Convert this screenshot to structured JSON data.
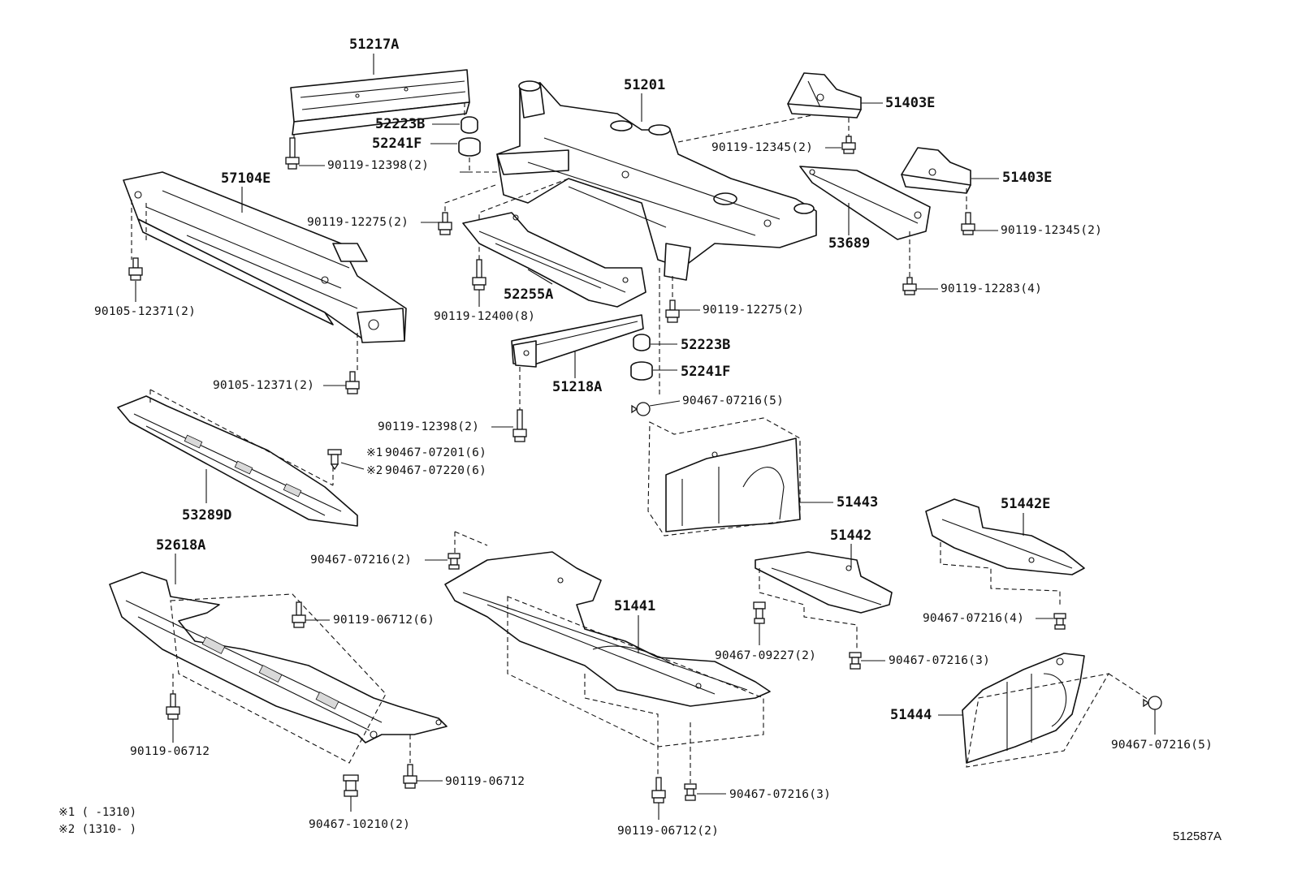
{
  "diagram_id": "512587A",
  "parts": {
    "p51217A": "51217A",
    "p51201": "51201",
    "p51403E_a": "51403E",
    "p51403E_b": "51403E",
    "p52223B_a": "52223B",
    "p52241F_a": "52241F",
    "p57104E": "57104E",
    "p53689": "53689",
    "p52255A": "52255A",
    "p52223B_b": "52223B",
    "p52241F_b": "52241F",
    "p51218A": "51218A",
    "p53289D": "53289D",
    "p51443": "51443",
    "p52618A": "52618A",
    "p51442E": "51442E",
    "p51442": "51442",
    "p51441": "51441",
    "p51444": "51444"
  },
  "fasteners": {
    "f1": "90119-12398(2)",
    "f2": "90119-12345(2)",
    "f3": "90119-12275(2)",
    "f4": "90119-12345(2)",
    "f5": "90119-12283(4)",
    "f6": "90105-12371(2)",
    "f7": "90119-12400(8)",
    "f8": "90119-12275(2)",
    "f9": "90105-12371(2)",
    "f10": "90467-07216(5)",
    "f11": "90119-12398(2)",
    "f12": "90467-07201(6)",
    "f13": "90467-07220(6)",
    "f14": "90467-07216(2)",
    "f15": "90119-06712(6)",
    "f16": "90467-07216(4)",
    "f17": "90467-09227(2)",
    "f18": "90467-07216(3)",
    "f19": "90119-06712",
    "f20": "90119-06712",
    "f21": "90467-07216(3)",
    "f22": "90467-07216(5)",
    "f23": "90467-10210(2)",
    "f24": "90119-06712(2)"
  },
  "markers": {
    "m1": "※1",
    "m2": "※2"
  },
  "notes": {
    "n1": "※1 (    -1310)",
    "n2": "※2 (1310-    )"
  }
}
